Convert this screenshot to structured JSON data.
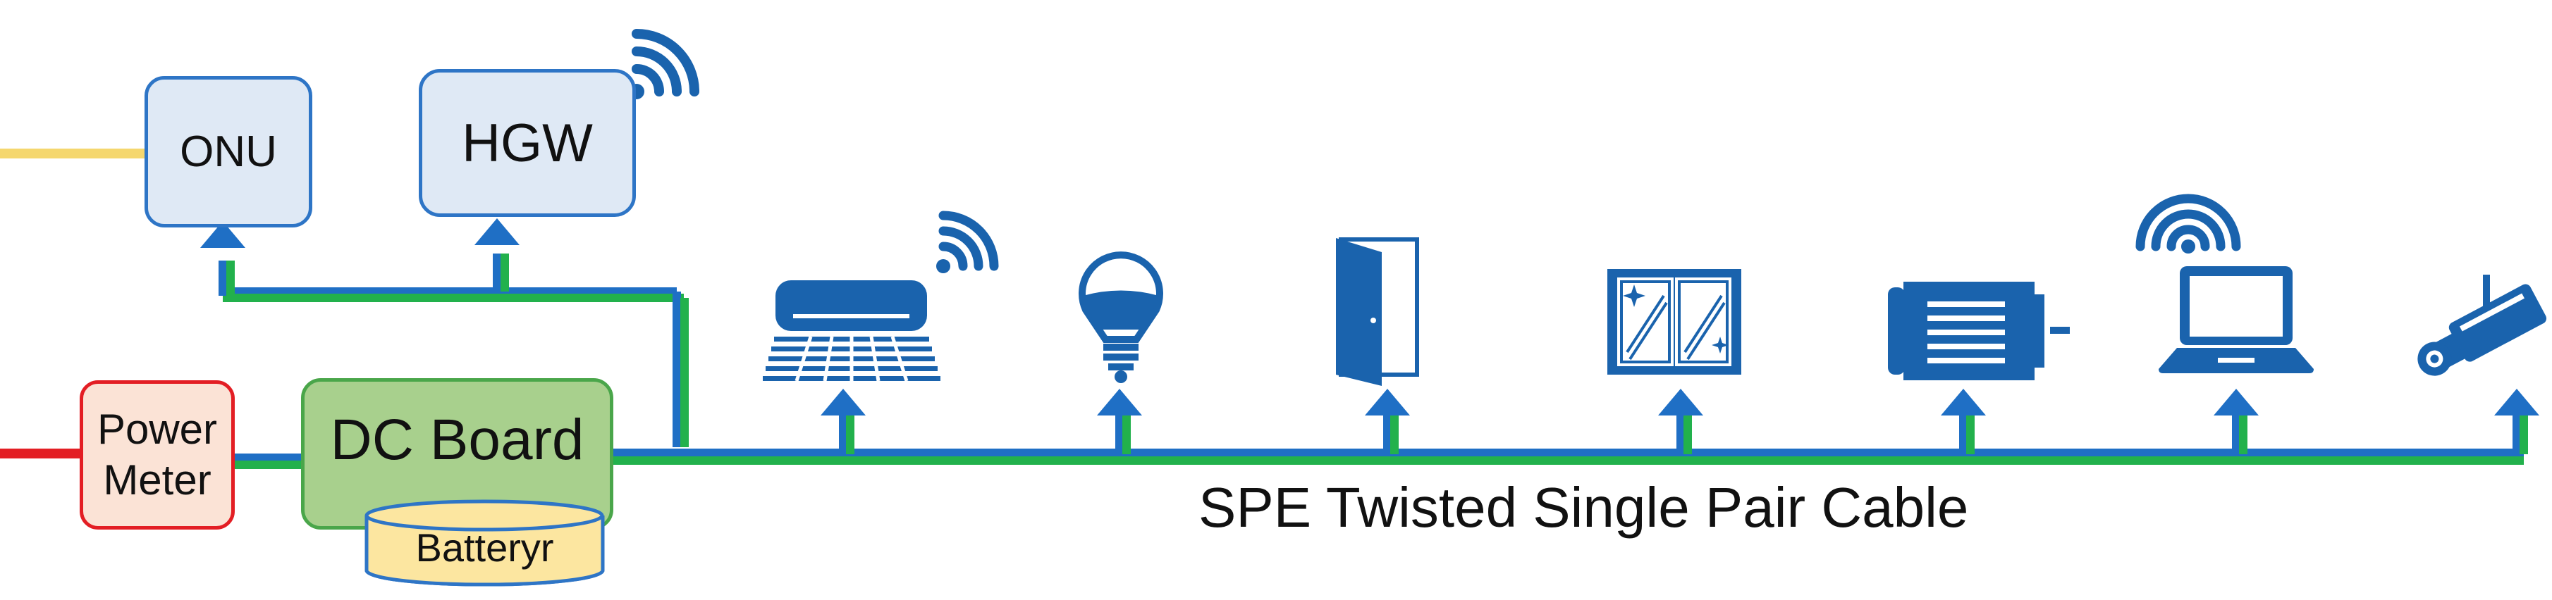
{
  "diagram": {
    "onu_label": "ONU",
    "hgw_label": "HGW",
    "power_meter_label_line1": "Power",
    "power_meter_label_line2": "Meter",
    "dc_board_label": "DC Board",
    "battery_label": "Batteryr",
    "cable_label": "SPE Twisted Single Pair Cable"
  },
  "colors": {
    "blue_line": "#1f6fc5",
    "green_line": "#22b14c",
    "fiber_line": "#f5d76e",
    "power_line": "#e31e24",
    "icon_blue": "#1a63ad",
    "box_blue_fill": "#dfe9f5",
    "box_blue_border": "#2e75c6",
    "power_meter_fill": "#fbe3d6",
    "power_meter_border": "#e31e24",
    "dc_board_fill": "#a8d08d",
    "dc_board_border": "#4aa64a",
    "battery_fill": "#fce6a0"
  },
  "devices": [
    {
      "icon": "air-conditioner-icon",
      "wifi": true
    },
    {
      "icon": "light-bulb-icon",
      "wifi": false
    },
    {
      "icon": "door-icon",
      "wifi": false
    },
    {
      "icon": "window-icon",
      "wifi": false
    },
    {
      "icon": "motor-icon",
      "wifi": false
    },
    {
      "icon": "laptop-icon",
      "wifi": true
    },
    {
      "icon": "security-camera-icon",
      "wifi": false
    }
  ]
}
